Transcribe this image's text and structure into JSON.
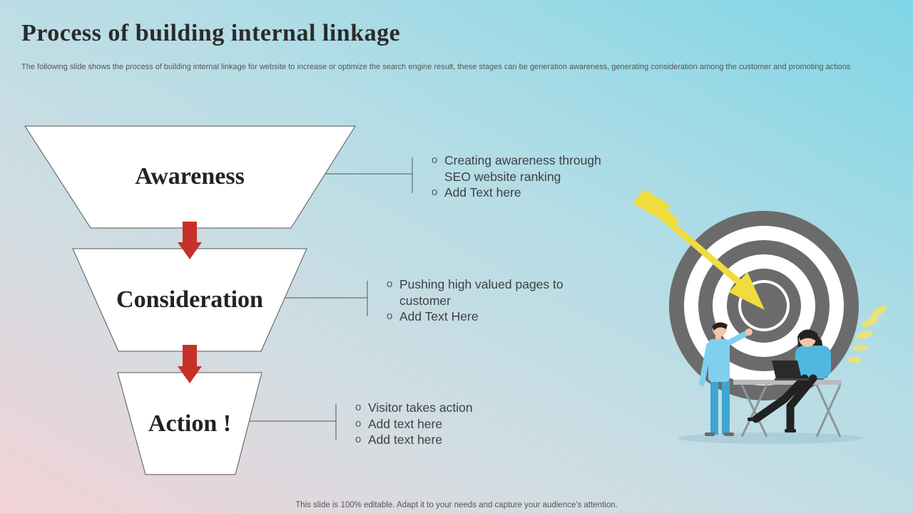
{
  "title": "Process of building internal linkage",
  "subtitle": "The following slide shows the process of building internal linkage for website to increase or optimize the search engine result, these stages can be generation awareness, generating consideration among the customer and promoting actions",
  "stages": [
    {
      "label": "Awareness",
      "bullets": [
        "Creating awareness through SEO website ranking",
        "Add Text here"
      ]
    },
    {
      "label": "Consideration",
      "bullets": [
        "Pushing high valued pages to customer",
        "Add Text Here"
      ]
    },
    {
      "label": "Action !",
      "bullets": [
        "Visitor takes action",
        "Add text here",
        "Add text here"
      ]
    }
  ],
  "footer": "This slide is 100% editable. Adapt it to your needs and capture your audience's attention.",
  "colors": {
    "arrow": "#c8302a",
    "target_dark": "#6b6b6b",
    "dart": "#f0dc3c",
    "figure_shirt": "#4fb8dc",
    "figure_hair": "#222222"
  }
}
